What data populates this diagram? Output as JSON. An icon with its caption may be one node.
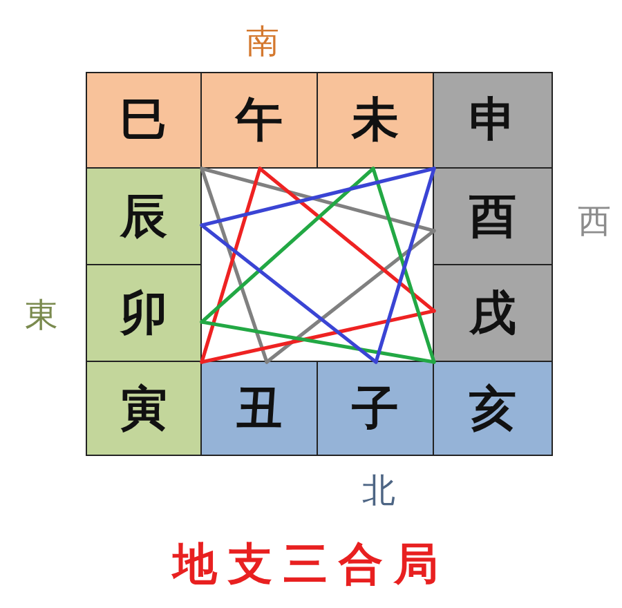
{
  "diagram": {
    "caption": "地支三合局",
    "nodes": [
      {
        "text": [
          "巳"
        ]
      },
      {
        "text": [
          "午"
        ]
      },
      {
        "text": [
          "未"
        ]
      },
      {
        "text": [
          "申"
        ]
      },
      {
        "text": [
          "辰"
        ]
      },
      {
        "text": [
          "酉"
        ]
      },
      {
        "text": [
          "卯"
        ]
      },
      {
        "text": [
          "戌"
        ]
      },
      {
        "text": [
          "寅"
        ]
      },
      {
        "text": [
          "丑"
        ]
      },
      {
        "text": [
          "子"
        ]
      },
      {
        "text": [
          "亥"
        ]
      }
    ],
    "edges": [
      {
        "from": 0,
        "to": 5,
        "arrow": "none",
        "color": "#808080"
      },
      {
        "from": 5,
        "to": 9,
        "arrow": "none",
        "color": "#808080"
      },
      {
        "from": 9,
        "to": 0,
        "arrow": "none",
        "color": "#808080"
      },
      {
        "from": 1,
        "to": 7,
        "arrow": "none",
        "color": "#ee2222"
      },
      {
        "from": 7,
        "to": 8,
        "arrow": "none",
        "color": "#ee2222"
      },
      {
        "from": 8,
        "to": 1,
        "arrow": "none",
        "color": "#ee2222"
      },
      {
        "from": 2,
        "to": 6,
        "arrow": "none",
        "color": "#22a844"
      },
      {
        "from": 6,
        "to": 11,
        "arrow": "none",
        "color": "#22a844"
      },
      {
        "from": 11,
        "to": 2,
        "arrow": "none",
        "color": "#22a844"
      },
      {
        "from": 3,
        "to": 4,
        "arrow": "none",
        "color": "#3a44d4"
      },
      {
        "from": 4,
        "to": 10,
        "arrow": "none",
        "color": "#3a44d4"
      },
      {
        "from": 10,
        "to": 3,
        "arrow": "none",
        "color": "#3a44d4"
      }
    ],
    "labels": [
      "南",
      "西",
      "東",
      "北"
    ]
  }
}
